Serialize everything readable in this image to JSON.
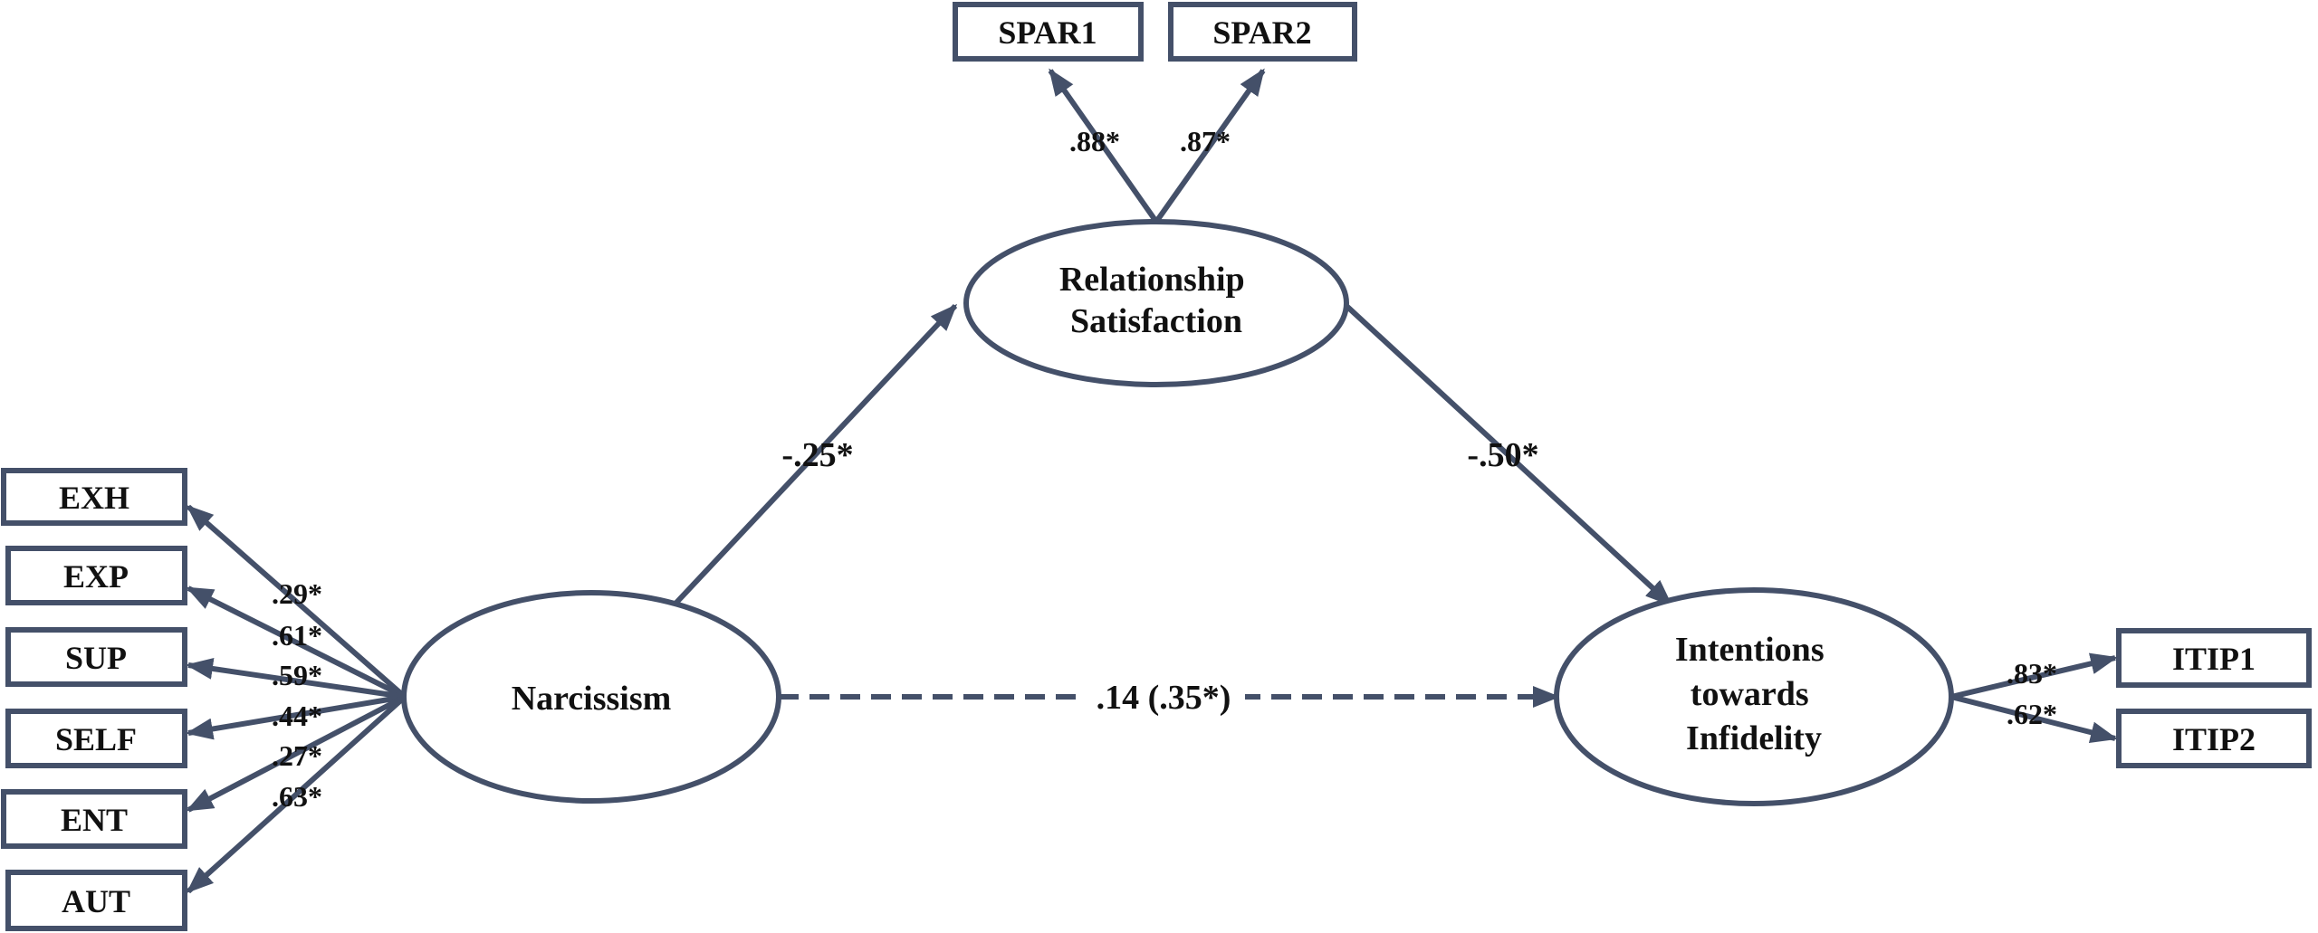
{
  "colors": {
    "stroke": "#445069",
    "text": "#111111",
    "background": "#ffffff"
  },
  "latents": {
    "narcissism": "Narcissism",
    "satisfaction": [
      "Relationship",
      "Satisfaction"
    ],
    "infidelity": [
      "Intentions",
      "towards",
      "Infidelity"
    ]
  },
  "indicators": {
    "narcissism": [
      "EXH",
      "EXP",
      "SUP",
      "SELF",
      "ENT",
      "AUT"
    ],
    "satisfaction": [
      "SPAR1",
      "SPAR2"
    ],
    "infidelity": [
      "ITIP1",
      "ITIP2"
    ]
  },
  "loadings": {
    "narcissism": [
      ".29*",
      ".61*",
      ".59*",
      ".44*",
      ".27*",
      ".63*"
    ],
    "satisfaction": [
      ".88*",
      ".87*"
    ],
    "infidelity": [
      ".83*",
      ".62*"
    ]
  },
  "paths": {
    "narcissism_to_satisfaction": "-.25*",
    "satisfaction_to_infidelity": "-.50*",
    "narcissism_to_infidelity": ".14 (.35*)"
  }
}
